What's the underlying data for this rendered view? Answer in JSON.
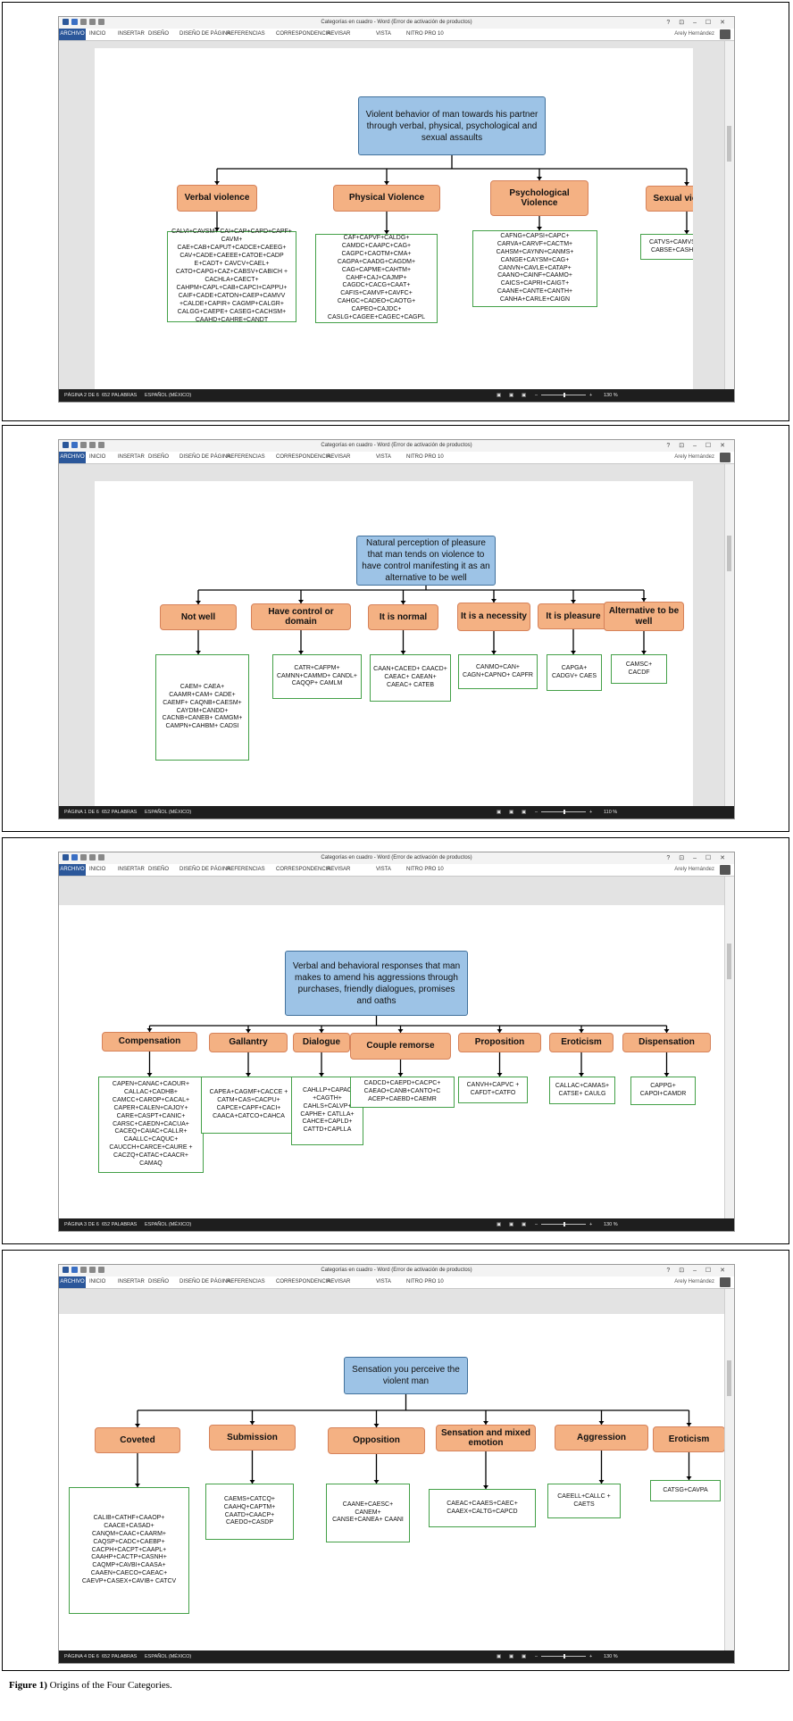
{
  "word": {
    "title": "Categorías en cuadro - Word (Error de activación de productos)",
    "tabs": [
      "ARCHIVO",
      "INICIO",
      "INSERTAR",
      "DISEÑO",
      "DISEÑO DE PÁGINA",
      "REFERENCIAS",
      "CORRESPONDENCIA",
      "REVISAR",
      "VISTA",
      "NITRO PRO 10"
    ],
    "user": "Arely Hernández",
    "words": "652 PALABRAS",
    "language": "ESPAÑOL (MÉXICO)",
    "window_controls": "? ⊡ – ☐ ✕"
  },
  "panels": [
    {
      "page_label": "PÁGINA 2 DE 6",
      "zoom": "130 %",
      "root": "Violent behavior of man towards his partner through verbal, physical, psychological and sexual assaults",
      "categories": [
        {
          "label": "Verbal violence",
          "codes": "CALVI+CAVSM+ CAI+CAP+CAPD+CAPF+ CAVM+ CAE+CAB+CAPUT+CADCE+CAEEG+ CAV+CADE+CAEEE+CATOE+CADP E+CADT+ CAVCV+CAEL+ CATO+CAPG+CAZ+CABSV+CABICH + CACHLA+CAECT+ CAHPM+CAPL+CAB+CAPCI+CAPPU+ CAIF+CADE+CATON+CAEP+CAMVV +CALDE+CAPIR+ CAGMP+CALGR+ CALGG+CAEPE+ CASEG+CACHSM+ CAAHD+CAHRE+CANDT"
        },
        {
          "label": "Physical Violence",
          "codes": "CAF+CAPVF+CALDG+ CAMDC+CAAPC+CAG+ CAGPC+CAOTM+CMA+ CAGPA+CAADG+CAGDM+ CAG+CAPME+CAHTM+ CAHF+CAJ+CAJMP+ CAGDC+CACG+CAAT+ CAFIS+CAMVF+CAVFC+ CAHGC+CADEO+CAOTG+ CAPEO+CAJDC+ CASLG+CAGEE+CAGEC+CAGPL"
        },
        {
          "label": "Psychological Violence",
          "codes": "CAFNG+CAPSI+CAPC+ CARVA+CARVF+CACTM+ CAHSM+CAYNN+CANMS+ CANGE+CAYSM+CAG+ CANVN+CAVLE+CATAP+ CAANO+CAINF+CAAMO+ CAICS+CAPRI+CAIGT+ CAANE+CANTE+CANTH+ CANHA+CARLE+CAIGN"
        },
        {
          "label": "Sexual violence",
          "codes": "CATVS+CAMVS+ CABSE+CASHS"
        }
      ]
    },
    {
      "page_label": "PÁGINA 1 DE 6",
      "zoom": "110 %",
      "root": "Natural perception of pleasure that man tends on violence to have control manifesting it as an alternative to be well",
      "categories": [
        {
          "label": "Not well",
          "codes": "CAEM+ CAEA+ CAAMR+CAM+ CADE+ CAEMF+ CAQNB+CAESM+ CAYDM+CANDD+ CACNB+CANEB+ CAMGM+ CAMPN+CAHBM+ CADSI"
        },
        {
          "label": "Have control or domain",
          "codes": "CATR+CAFPM+ CAMNN+CAMMD+ CANDL+ CAQQP+ CAMLM"
        },
        {
          "label": "It is normal",
          "codes": "CAAN+CACED+ CAACD+ CAEAC+ CAEAN+ CAEAC+ CATEB"
        },
        {
          "label": "It is a necessity",
          "codes": "CANMO+CAN+ CAGN+CAPNO+ CAPFR"
        },
        {
          "label": "It is pleasure",
          "codes": "CAPGA+ CADGV+ CAES"
        },
        {
          "label": "Alternative to be well",
          "codes": "CAMSC+ CACDF"
        }
      ]
    },
    {
      "page_label": "PÁGINA 3 DE 6",
      "zoom": "130 %",
      "root": "Verbal and behavioral responses that man makes to amend his aggressions through purchases, friendly dialogues, promises and oaths",
      "categories": [
        {
          "label": "Compensation",
          "codes": "CAPEN+CANAC+CAOUR+ CALLAC+CADHB+ CAMCC+CAROP+CACAL+ CAPER+CALEN+CAJOY+ CARE+CASPT+CANIC+ CARSC+CAEDN+CACUA+ CACEQ+CAIAC+CALLR+ CAALLC+CAQUC+ CAUCCH+CARCE+CAURE + CACZQ+CATAC+CAACR+ CAMAQ"
        },
        {
          "label": "Gallantry",
          "codes": "CAPEA+CAGMF+CACCE + CATM+CAS+CACPU+ CAPCE+CAPF+CACI+ CAACA+CATCO+CAHCA"
        },
        {
          "label": "Dialogue",
          "codes": "CAHLLP+CAPAC +CAGTH+ CAHLS+CALVP+ CAPHE+ CATLLA+ CAHCE+CAPLD+ CATTD+CAPLLA"
        },
        {
          "label": "Couple remorse",
          "codes": "CADCD+CAEPD+CACPC+ CAEAO+CANB+CANTO+C ACEP+CAEBD+CAEMR"
        },
        {
          "label": "Proposition",
          "codes": "CANVH+CAPVC + CAFDT+CATFO"
        },
        {
          "label": "Eroticism",
          "codes": "CALLAC+CAMAS+ CATSE+ CAULG"
        },
        {
          "label": "Dispensation",
          "codes": "CAPPG+ CAPOI+CAMDR"
        }
      ]
    },
    {
      "page_label": "PÁGINA 4 DE 6",
      "zoom": "130 %",
      "root": "Sensation you perceive the violent man",
      "categories": [
        {
          "label": "Coveted",
          "codes": "CALIB+CATHF+CAAOP+ CAACE+CASAD+ CANQM+CAAC+CAARM+ CAQSP+CADC+CAEBP+ CACPH+CACPT+CAAPL+ CAAHP+CACTP+CASNH+ CAQMP+CAVBI+CAASA+ CAAEN+CAECO+CAEAC+ CAEVP+CASEX+CAVIB+ CATCV"
        },
        {
          "label": "Submission",
          "codes": "CAEMS+CATCQ+ CAAHQ+CAPTM+ CAATD+CAACP+ CAEDO+CASDP"
        },
        {
          "label": "Opposition",
          "codes": "CAANE+CAESC+ CANEM+ CANSE+CANEA+ CAANI"
        },
        {
          "label": "Sensation and mixed emotion",
          "codes": "CAEAC+CAAES+CAEC+ CAAEX+CALTG+CAPCD"
        },
        {
          "label": "Aggression",
          "codes": "CAEELL+CALLC + CAETS"
        },
        {
          "label": "Eroticism",
          "codes": "CATSG+CAVPA"
        }
      ]
    }
  ],
  "caption": {
    "bold": "Figure 1)",
    "text": " Origins of the Four Categories."
  }
}
